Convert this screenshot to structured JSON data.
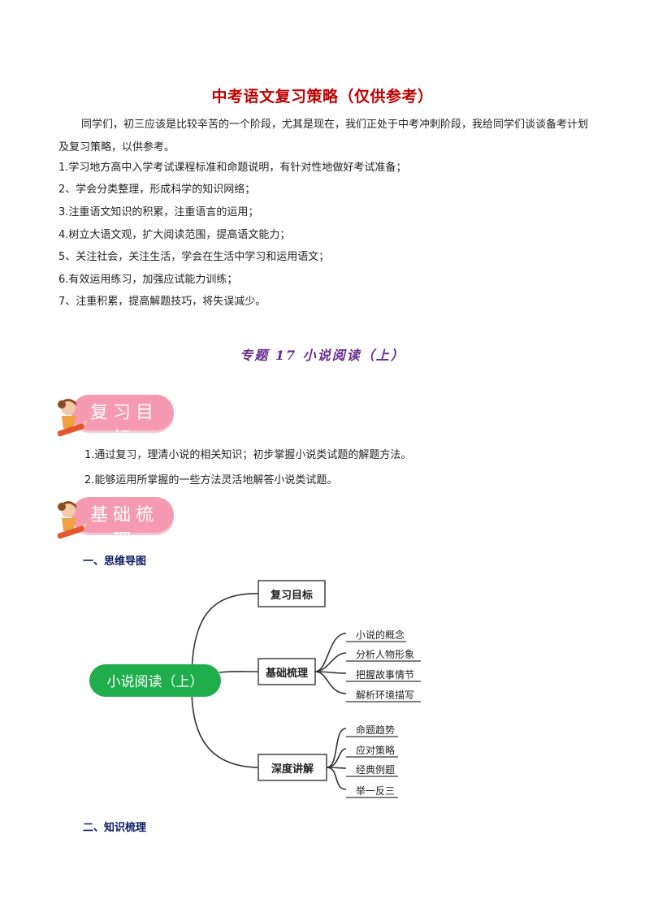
{
  "document": {
    "title": "中考语文复习策略（仅供参考）",
    "intro": "同学们，初三应该是比较辛苦的一个阶段，尤其是现在，我们正处于中考冲刺阶段，我给同学们谈谈备考计划及复习策略，以供参考。",
    "strategies": [
      "1.学习地方高中入学考试课程标准和命题说明，有针对性地做好考试准备；",
      "2、学会分类整理，形成科学的知识网络；",
      "3.注重语文知识的积累，注重语言的运用；",
      "4.树立大语文观，扩大阅读范围，提高语文能力；",
      "5、关注社会，关注生活，学会在生活中学习和运用语文；",
      "6.有效运用练习，加强应试能力训练；",
      "7、注重积累，提高解题技巧，将失误减少。"
    ]
  },
  "topic": {
    "title": "专题 17 小说阅读（上）"
  },
  "review_goals": {
    "badge": "复习目标",
    "items": [
      "1.通过复习，理清小说的相关知识；初步掌握小说类试题的解题方法。",
      "2.能够运用所掌握的一些方法灵活地解答小说类试题。"
    ]
  },
  "basics": {
    "badge": "基础梳理",
    "section1": "一、思维导图",
    "section2": "二、知识梳理"
  },
  "mindmap": {
    "root": "小说阅读（上）",
    "branches": [
      {
        "label": "复习目标",
        "children": []
      },
      {
        "label": "基础梳理",
        "children": [
          "小说的概念",
          "分析人物形象",
          "把握故事情节",
          "解析环境描写"
        ]
      },
      {
        "label": "深度讲解",
        "children": [
          "命题趋势",
          "应对策略",
          "经典例题",
          "举一反三"
        ]
      }
    ],
    "root_color": "#1fae4b",
    "line_color": "#333333"
  }
}
